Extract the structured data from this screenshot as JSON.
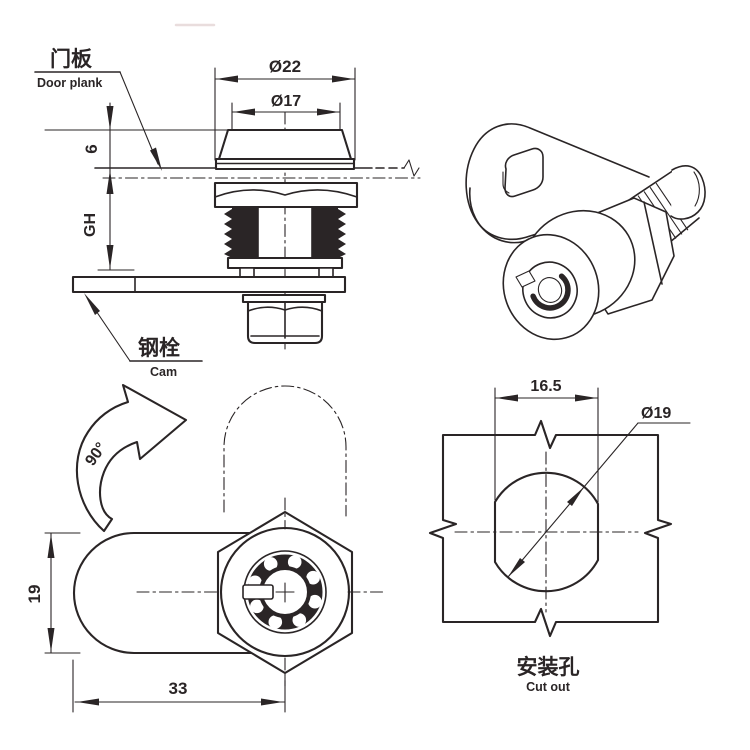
{
  "labels": {
    "door_plank_cn": "门板",
    "door_plank_en": "Door plank",
    "cam_cn": "钢栓",
    "cam_en": "Cam",
    "cutout_cn": "安装孔",
    "cutout_en": "Cut out"
  },
  "dimensions": {
    "cap_outer_diameter": "Ø22",
    "cap_top_diameter": "Ø17",
    "head_height": "6",
    "grip_height": "GH",
    "cam_width": "19",
    "cam_length": "33",
    "cutout_width": "16.5",
    "cutout_diameter": "Ø19",
    "rotation_angle": "90°"
  },
  "colors": {
    "line": "#2a2526",
    "background": "#ffffff"
  }
}
